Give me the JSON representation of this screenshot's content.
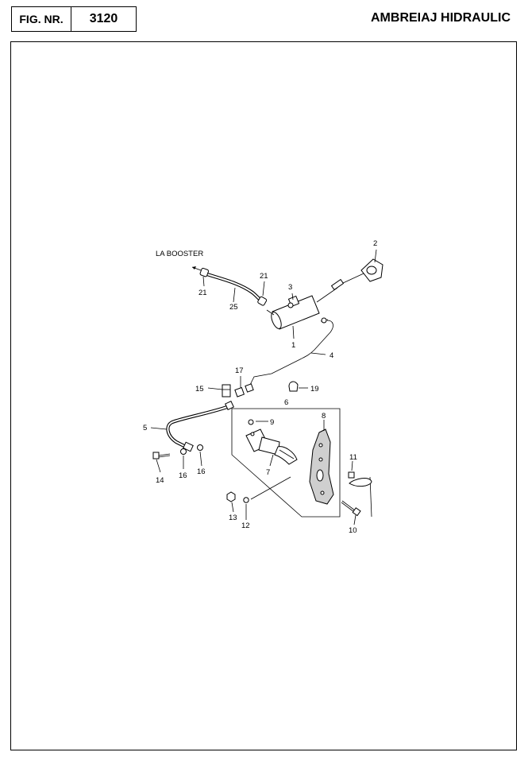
{
  "header": {
    "fig_label": "FIG. NR.",
    "fig_number": "3120",
    "title": "AMBREIAJ HIDRAULIC"
  },
  "diagram": {
    "booster_label": "LA BOOSTER",
    "callouts": {
      "c1": "1",
      "c2": "2",
      "c3": "3",
      "c4": "4",
      "c5": "5",
      "c6": "6",
      "c7": "7",
      "c8": "8",
      "c9": "9",
      "c10": "10",
      "c11": "11",
      "c12": "12",
      "c13": "13",
      "c14": "14",
      "c15": "15",
      "c16a": "16",
      "c16b": "16",
      "c17": "17",
      "c19": "19",
      "c21a": "21",
      "c21b": "21",
      "c25": "25"
    }
  }
}
